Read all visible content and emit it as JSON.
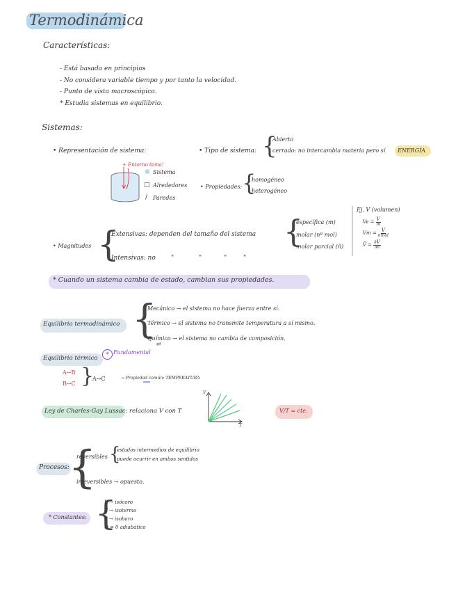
{
  "title": "Termodinámica",
  "caracteristicas": {
    "heading": "Características:",
    "items": [
      "- Está basada en principios",
      "- No considera variable tiempo y por tanto la velocidad.",
      "- Punto de vista macroscópico.",
      "* Estudia sistemas en equilibrio."
    ]
  },
  "sistemas": {
    "heading": "Sistemas:",
    "representacion": "• Representación de sistema:",
    "entorno_label": "+ Entorno tema!",
    "legend": [
      "Sistema",
      "Alrededores",
      "Paredes"
    ],
    "legend_marks": [
      "●",
      "□",
      "/"
    ],
    "tipo_label": "• Tipo de sistema:",
    "tipos": [
      "Abierto",
      "cerrado: no intercambia materia pero sí"
    ],
    "energia": "ENERGÍA",
    "propiedades_label": "• Propiedades:",
    "propiedades": [
      "homogéneo",
      "heterogéneo"
    ]
  },
  "magnitudes": {
    "label": "• Magnitudes",
    "extensivas": "Extensivas: dependen del tamaño del sistema",
    "intensivas": "Intensivas: no",
    "ditto": [
      "\"",
      "\"",
      "\"",
      "\""
    ],
    "ej": [
      "específica (m)",
      "molar (nº mol)",
      "molar parcial (ñ)"
    ],
    "ej_title": "Ej. V (volumen)",
    "formulas": [
      {
        "lhs": "Ve =",
        "num": "V",
        "den": "m"
      },
      {
        "lhs": "Vm =",
        "num": "V",
        "den": "nmol"
      },
      {
        "lhs": "V̄ =",
        "num": "∂V",
        "den": "∂n"
      }
    ]
  },
  "nota": "* Cuando un sistema cambia de estado, cambian sus propiedades.",
  "equilibrio": {
    "label": "Equilibrio termodinámico",
    "items": [
      "Mecánico → el sistema no hace fuerza entre sí.",
      "Térmico → el sistema no transmite temperatura a sí mismo.",
      "Químico → el sistema no cambia de composición."
    ],
    "eq_arrow": "⇄"
  },
  "equilibrio_termico": {
    "label": "Equilibrio térmico",
    "fundamental": "Fundamental",
    "star": "*",
    "relations": [
      "A↔B",
      "B↔C"
    ],
    "result": "A↔C",
    "propiedad": "→ Propiedad común: TEMPERATURA"
  },
  "charles": {
    "label": "Ley de Charles-Gay Lussac: relaciona V con T",
    "axis_v": "V",
    "axis_t": "T",
    "badge": "V/T = cte."
  },
  "procesos": {
    "label": "Procesos:",
    "reversibles": "reversibles",
    "rev_items": [
      "estados intermedios de equilibrio",
      "puede ocurrir en ambos sentidos"
    ],
    "irreversibles": "irreversibles → opuesto."
  },
  "constantes": {
    "label": "* Constantes:",
    "items": [
      "V → isócoro",
      "T → isotermo",
      "P → isobaro",
      "Q = 0 adiabático"
    ]
  },
  "colors": {
    "blue_highlight": "#b9d8ee",
    "lavender": "#e4dcf4",
    "green": "#cfe9d9",
    "pink": "#f6d3d1",
    "yellow": "#f6e7a6",
    "red": "#d33b3b",
    "purple": "#8b3fc9",
    "gray_blue_hl": "#dde6ee"
  }
}
